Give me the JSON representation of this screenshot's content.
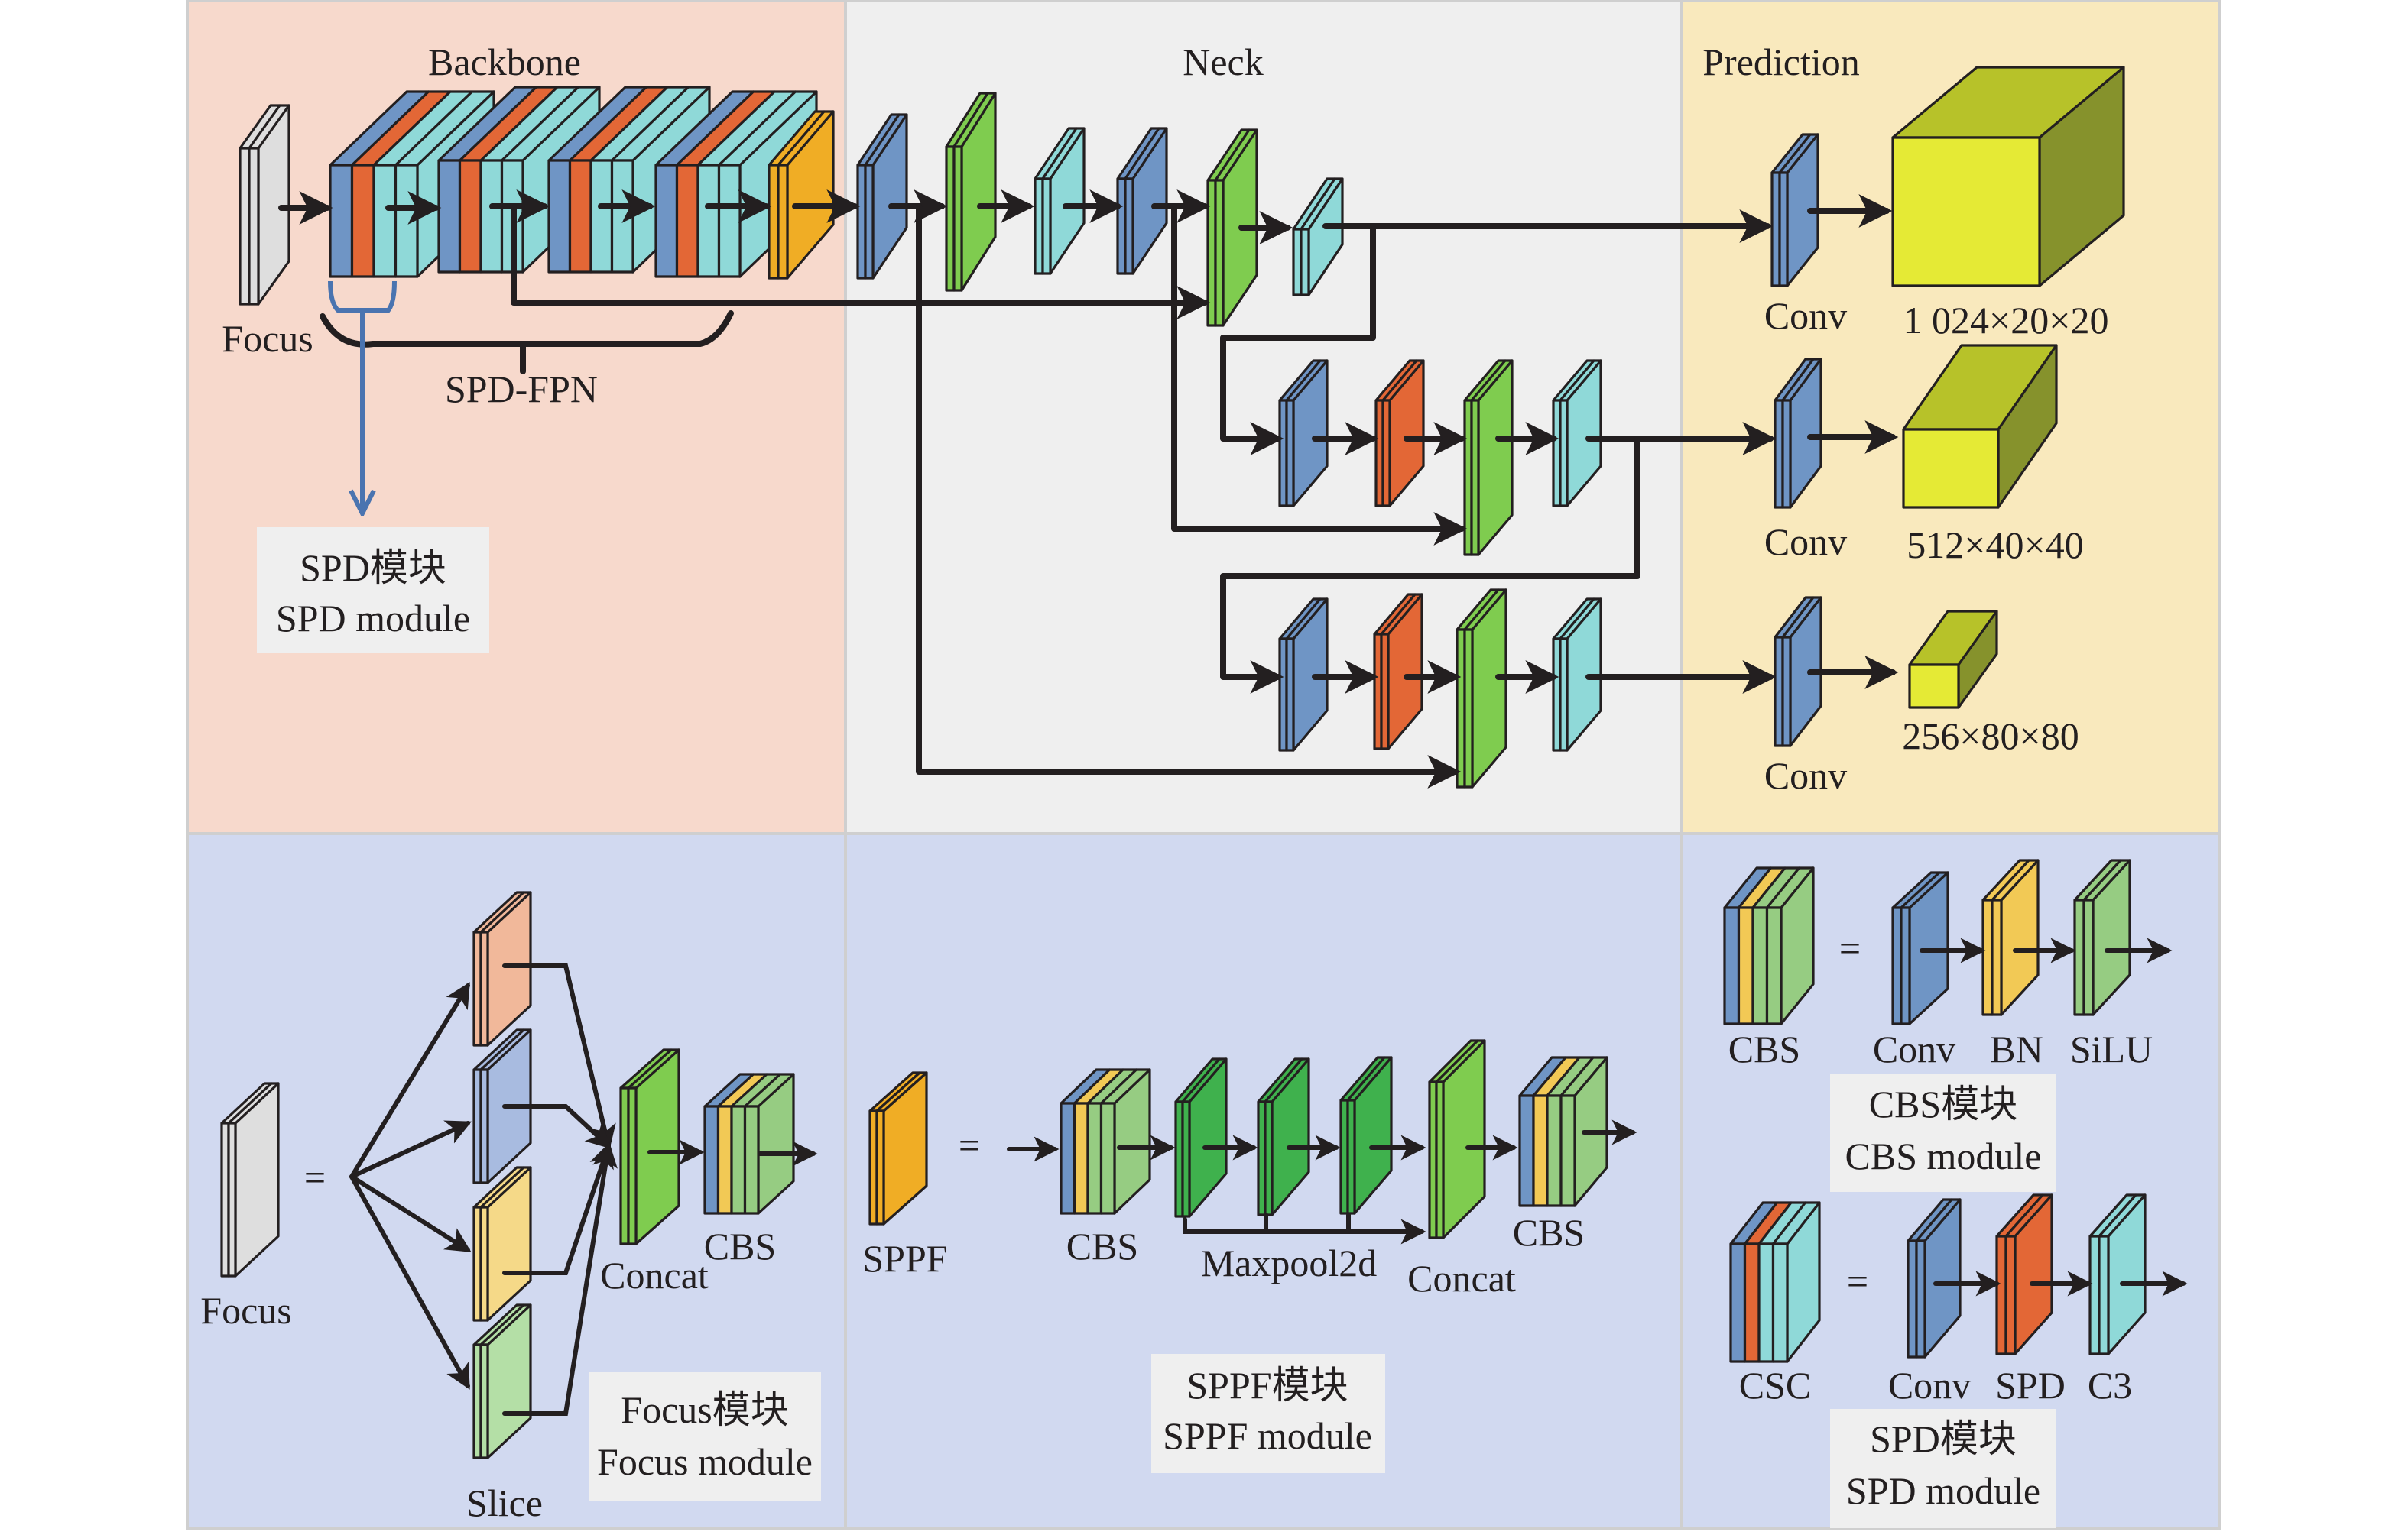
{
  "colors": {
    "backbone_bg": "#f7d9cc",
    "neck_bg": "#efefef",
    "prediction_bg": "#f9e9bd",
    "bottom_bg": "#d1d9f0",
    "caption_bg": "#efefef",
    "conv_blue": "#6f95c5",
    "spd_orange": "#e36736",
    "c3_cyan": "#8fd9d8",
    "concat_green": "#7fcc4f",
    "sppf_orange": "#f0ad25",
    "focus_gray": "#dedede",
    "bn_yellow": "#f2c955",
    "silu_green": "#96cc82",
    "maxpool_green": "#3fb14d",
    "slice_salmon": "#f1b89a",
    "slice_blue": "#a8bbe0",
    "slice_yellow": "#f5d988",
    "slice_green": "#b4dfa6",
    "output_front": "#e5ea35",
    "output_top": "#b7c229",
    "output_side": "#86922c",
    "bracket_blue": "#4a74b0"
  },
  "sections": {
    "backbone": "Backbone",
    "neck": "Neck",
    "prediction": "Prediction"
  },
  "backbone": {
    "focus_label": "Focus",
    "spd_fpn_label": "SPD-FPN",
    "spd_caption_cn": "SPD模块",
    "spd_caption_en": "SPD module"
  },
  "prediction": {
    "heads": [
      {
        "conv_label": "Conv",
        "shape_label": "1 024×20×20"
      },
      {
        "conv_label": "Conv",
        "shape_label": "512×40×40"
      },
      {
        "conv_label": "Conv",
        "shape_label": "256×80×80"
      }
    ]
  },
  "focus_module": {
    "focus_label": "Focus",
    "equals": "=",
    "slice_label": "Slice",
    "concat_label": "Concat",
    "cbs_label": "CBS",
    "caption_cn": "Focus模块",
    "caption_en": "Focus module"
  },
  "sppf_module": {
    "sppf_label": "SPPF",
    "equals": "=",
    "cbs_label_1": "CBS",
    "maxpool_label": "Maxpool2d",
    "concat_label": "Concat",
    "cbs_label_2": "CBS",
    "caption_cn": "SPPF模块",
    "caption_en": "SPPF module"
  },
  "cbs_module": {
    "cbs_label": "CBS",
    "equals": "=",
    "parts": [
      "Conv",
      "BN",
      "SiLU"
    ],
    "caption_cn": "CBS模块",
    "caption_en": "CBS module"
  },
  "csc_module": {
    "csc_label": "CSC",
    "equals": "=",
    "parts": [
      "Conv",
      "SPD",
      "C3"
    ],
    "caption_cn": "SPD模块",
    "caption_en": "SPD module"
  }
}
